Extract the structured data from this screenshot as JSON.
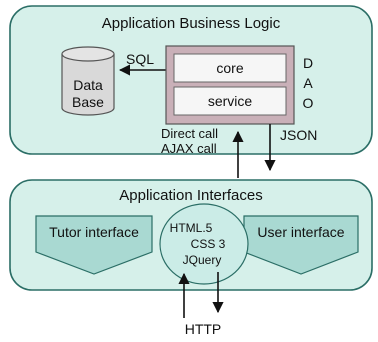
{
  "top_panel": {
    "title": "Application Business Logic"
  },
  "database": {
    "label_line1": "Data",
    "label_line2": "Base"
  },
  "sql_label": "SQL",
  "dao_box": {
    "core_label": "core",
    "service_label": "service",
    "dao_letters": [
      "D",
      "A",
      "O"
    ]
  },
  "direct_call_label": "Direct call",
  "ajax_call_label": "AJAX call",
  "json_label": "JSON",
  "bottom_panel": {
    "title": "Application Interfaces"
  },
  "tutor_interface_label": "Tutor interface",
  "user_interface_label": "User interface",
  "tech_circle": {
    "line1": "HTML.5",
    "line2": "CSS 3",
    "line3": "JQuery"
  },
  "http_label": "HTTP",
  "colors": {
    "panel_fill": "#d6f0ea",
    "panel_stroke": "#2b6e66",
    "dao_outer_fill": "#c9b0b8",
    "dao_inner_fill": "#f6f6f6",
    "database_fill": "#d9d9d9",
    "interface_fill": "#a9d9d2",
    "circle_fill": "#cbece7"
  }
}
